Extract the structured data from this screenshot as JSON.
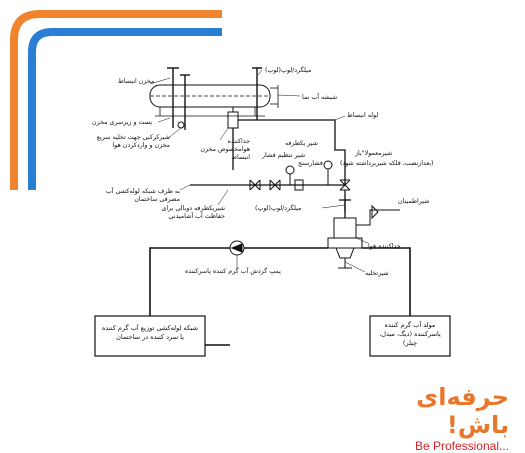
{
  "labels": {
    "expansion_tank": "مخزن انبساط",
    "vent_pipe_top": "میلگرد/لوپ(لوپ)",
    "gauge_glass": "شیشه آب نما",
    "expansion_pipe": "لوله انبساط",
    "tank_support": "بست و زیرسری مخزن",
    "drain_valve_tank": "شیرکرکبی جهت تخلیه سریع مخزن و واردکردن هوا",
    "air_separator_tank": "جداکننده هوامخصوص مخزن انبساط",
    "float_valve": "شیر تنظیم فشار",
    "check_valve": "شیر یکطرفه",
    "gauge_top": "فشارسنج",
    "normally_closed_valve": "شیرمعمولا\"باز",
    "normally_closed_note": "(بعدازنصب، فلکه شیربرداشته شود)",
    "to_city_water": "به طرف شبکه لوله‌کشی آب مصرفی ساختمان",
    "double_check_valve": "شیریکطرفه دوبالی برای حفاظت آب آشامیدنی",
    "vent_pipe_mid": "میلگرد/لوپ(لوپ)",
    "safety_valve": "شیراطمینان",
    "air_separator": "جداکننده هوا",
    "drain_valve": "شیرتخلیه",
    "pump": "پمپ گردش آب گرم کننده پاسرکننده",
    "distribution_network": "شبکه لوله‌کشی توزیع آب گرم کننده یا سرد کننده در ساختمان",
    "heat_source": "مولد آب گرم کننده یاسرکننده (دیگ، مبدل، چیلر)"
  },
  "brand": {
    "main": "حرفه‌ای باش!",
    "sub": "Be Professional..."
  },
  "colors": {
    "stripe_orange": "#f0832c",
    "stripe_blue": "#2a7fd4",
    "brand_orange": "#e8772c",
    "brand_red": "#d8232a",
    "line": "#111111"
  },
  "icons": [
    "pump-icon",
    "valve-icon",
    "gauge-icon",
    "arrow-icon"
  ]
}
